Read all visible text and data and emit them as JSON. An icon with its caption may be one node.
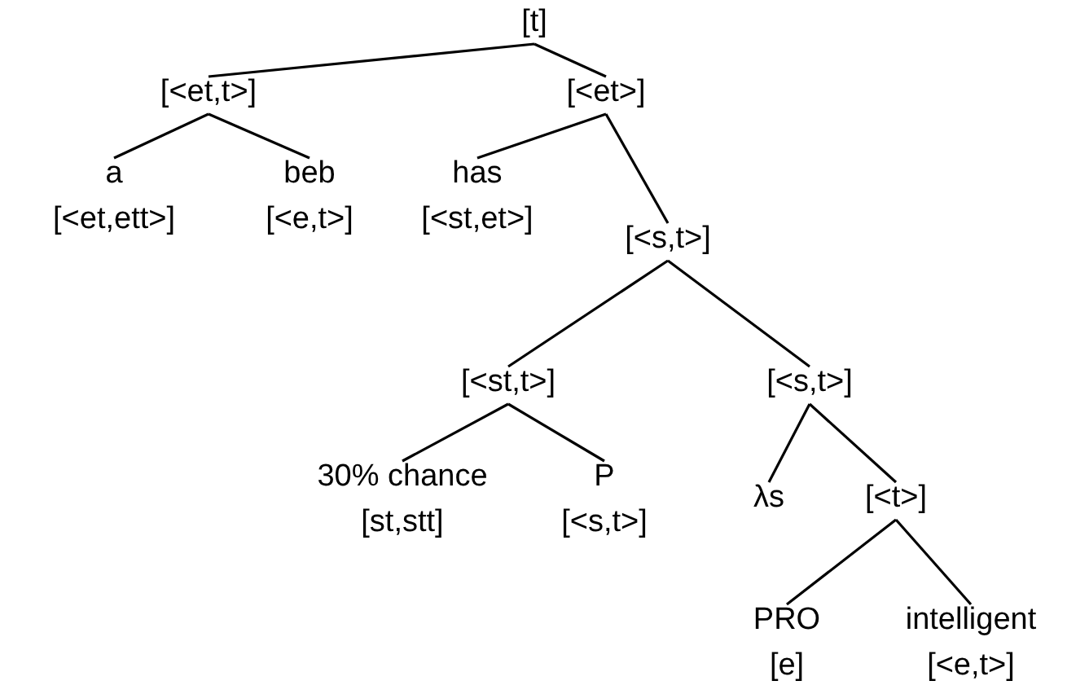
{
  "diagram": {
    "nodes": [
      {
        "text": [
          "[t]"
        ]
      },
      {
        "text": [
          "[<et,t>]"
        ]
      },
      {
        "text": [
          "[<et>]"
        ]
      },
      {
        "text": [
          "a",
          "[<et,ett>]"
        ]
      },
      {
        "text": [
          "beb",
          "[<e,t>]"
        ]
      },
      {
        "text": [
          "has",
          "[<st,et>]"
        ]
      },
      {
        "text": [
          "[<s,t>]"
        ]
      },
      {
        "text": [
          "[<st,t>]"
        ]
      },
      {
        "text": [
          "[<s,t>]"
        ]
      },
      {
        "text": [
          "30% chance",
          "[st,stt]"
        ]
      },
      {
        "text": [
          "P",
          "[<s,t>]"
        ]
      },
      {
        "text": [
          "λs"
        ]
      },
      {
        "text": [
          "[<t>]"
        ]
      },
      {
        "text": [
          "PRO",
          "[e]"
        ]
      },
      {
        "text": [
          "intelligent",
          "[<e,t>]"
        ]
      }
    ],
    "edges": [
      {
        "from": 0,
        "to": 1,
        "arrow": "none"
      },
      {
        "from": 0,
        "to": 2,
        "arrow": "none"
      },
      {
        "from": 1,
        "to": 3,
        "arrow": "none"
      },
      {
        "from": 1,
        "to": 4,
        "arrow": "none"
      },
      {
        "from": 2,
        "to": 5,
        "arrow": "none"
      },
      {
        "from": 2,
        "to": 6,
        "arrow": "none"
      },
      {
        "from": 6,
        "to": 7,
        "arrow": "none"
      },
      {
        "from": 6,
        "to": 8,
        "arrow": "none"
      },
      {
        "from": 7,
        "to": 9,
        "arrow": "none"
      },
      {
        "from": 7,
        "to": 10,
        "arrow": "none"
      },
      {
        "from": 8,
        "to": 11,
        "arrow": "none"
      },
      {
        "from": 8,
        "to": 12,
        "arrow": "none"
      },
      {
        "from": 12,
        "to": 13,
        "arrow": "none"
      },
      {
        "from": 12,
        "to": 14,
        "arrow": "none"
      }
    ]
  }
}
